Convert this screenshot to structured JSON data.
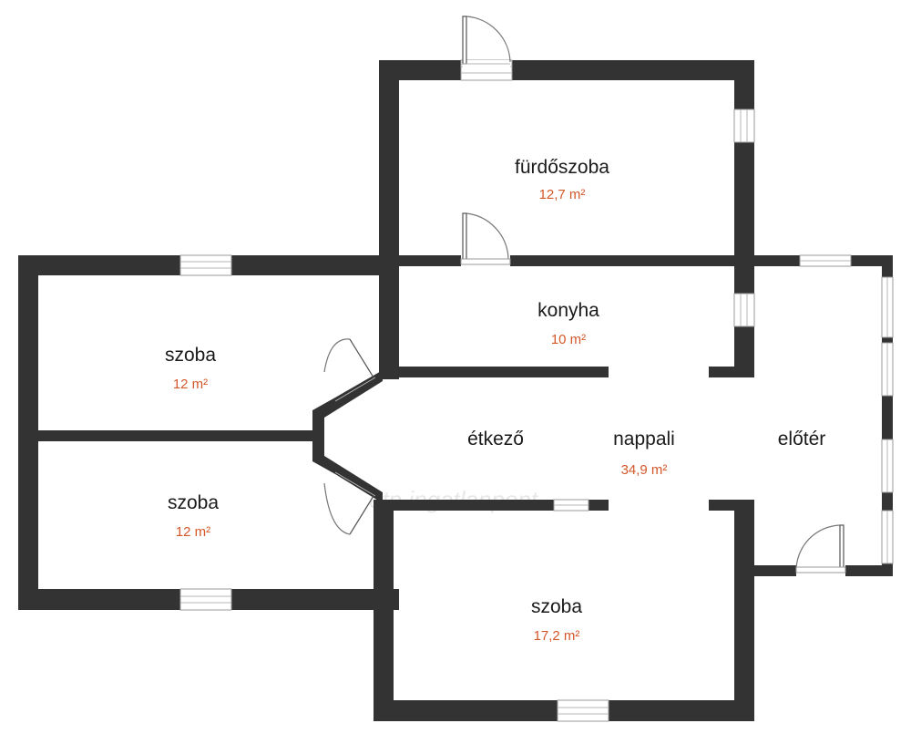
{
  "rooms": {
    "furdoszoba": {
      "name": "fürdőszoba",
      "area": "12,7 m²"
    },
    "konyha": {
      "name": "konyha",
      "area": "10 m²"
    },
    "szoba_top_left": {
      "name": "szoba",
      "area": "12 m²"
    },
    "szoba_bottom_left": {
      "name": "szoba",
      "area": "12 m²"
    },
    "etkezo": {
      "name": "étkező"
    },
    "nappali": {
      "name": "nappali",
      "area": "34,9 m²"
    },
    "eloter": {
      "name": "előtér"
    },
    "szoba_bottom": {
      "name": "szoba",
      "area": "17,2 m²"
    }
  },
  "watermark": "otp ingatlanpont",
  "colors": {
    "wall": "#333333",
    "area_text": "#d4572a",
    "label_text": "#1a1a1a"
  }
}
